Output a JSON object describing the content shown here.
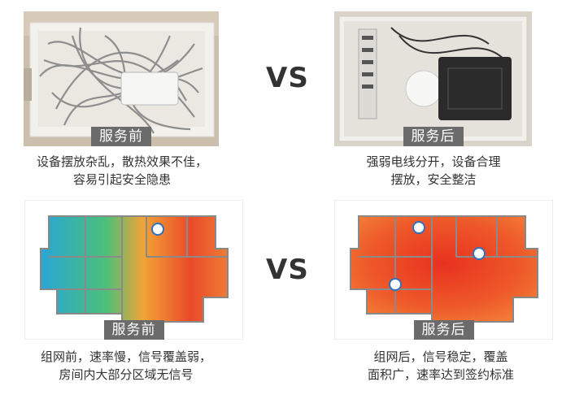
{
  "top_left": {
    "tag": "服务前",
    "caption_1": "设备摆放杂乱，散热效果不佳，",
    "caption_2": "容易引起安全隐患"
  },
  "top_right": {
    "tag": "服务后",
    "caption_1": "强弱电线分开，设备合理",
    "caption_2": "摆放，安全整洁"
  },
  "bottom_left": {
    "tag": "服务前",
    "caption_1": "组网前，速率慢，信号覆盖弱，",
    "caption_2": "房间内大部分区域无信号"
  },
  "bottom_right": {
    "tag": "服务后",
    "caption_1": "组网后，信号稳定，覆盖",
    "caption_2": "面积广，速率达到签约标准"
  },
  "vs_top": "VS",
  "vs_bottom": "VS"
}
